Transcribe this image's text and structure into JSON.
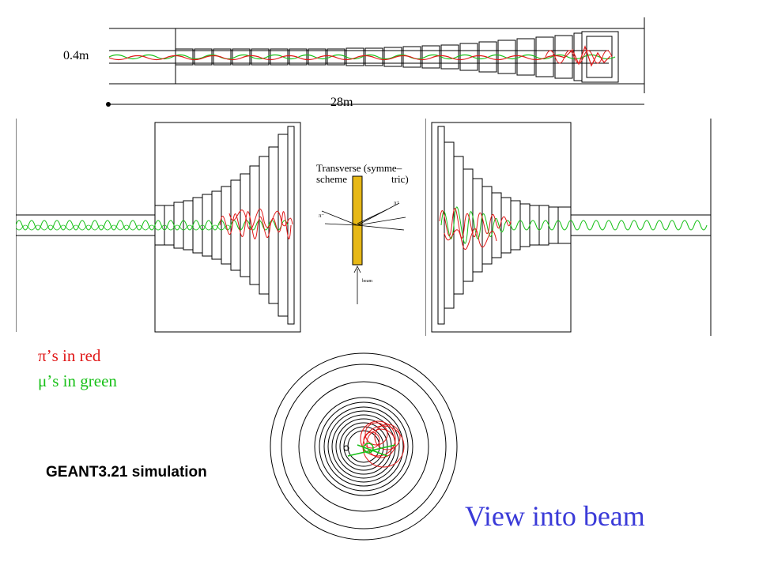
{
  "top_view": {
    "height_label": "0.4m",
    "length_label": "28m"
  },
  "inset": {
    "title_line1": "Transverse (symme–",
    "title_line2": "scheme",
    "title_line3": "tric)",
    "pi_minus": "π⁻",
    "pi_plus": "π⁺",
    "beam": "beam"
  },
  "legend": {
    "pions": "π’s in red",
    "muons": "μ’s in green"
  },
  "simulation_label": "GEANT3.21 simulation",
  "end_view_label": "View into beam",
  "colors": {
    "pion_track": "#e01818",
    "muon_track": "#18c018",
    "target": "#e7b816",
    "end_view_text": "#3a3ad8"
  }
}
